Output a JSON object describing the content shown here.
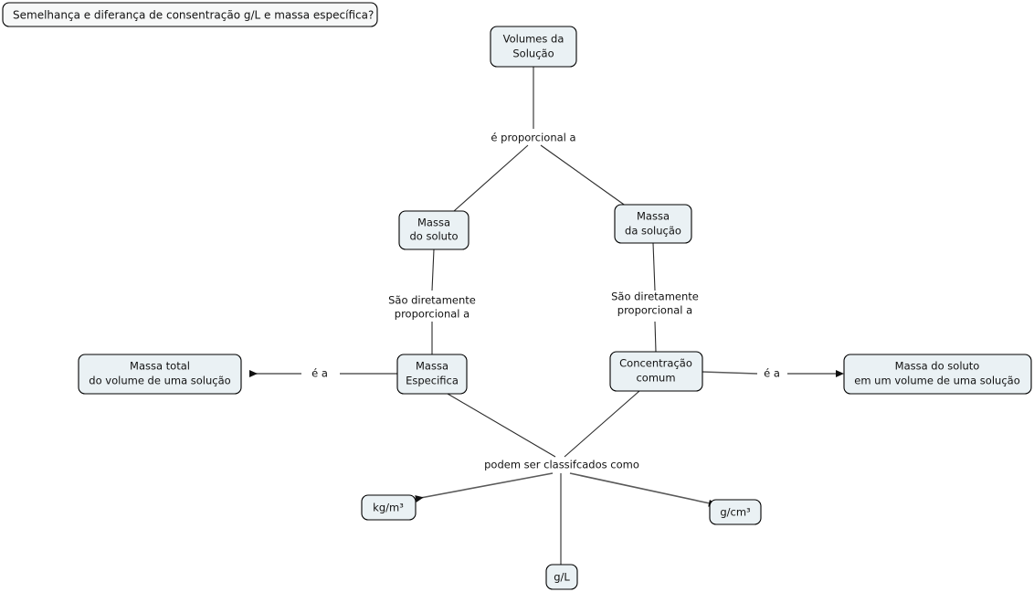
{
  "title_box": {
    "text": "Semelhança e diferança de consentração g/L e massa específica?"
  },
  "colors": {
    "node_fill": "#eaf1f4",
    "node_stroke": "#000000",
    "title_fill": "#f7f8f8",
    "line": "#2b2b2b",
    "text": "#111111",
    "background": "#ffffff"
  },
  "nodes": {
    "volumes_solucao": {
      "line1": "Volumes da",
      "line2": "Solução"
    },
    "massa_soluto": {
      "line1": "Massa",
      "line2": "do soluto"
    },
    "massa_solucao": {
      "line1": "Massa",
      "line2": "da solução"
    },
    "massa_especifica": {
      "line1": "Massa",
      "line2": "Especifica"
    },
    "concentracao_comum": {
      "line1": "Concentração",
      "line2": "comum"
    },
    "massa_total": {
      "line1": "Massa total",
      "line2": "do volume de uma solução"
    },
    "massa_soluto_volume": {
      "line1": "Massa do soluto",
      "line2": "em um volume de uma solução"
    },
    "kg_m3": {
      "line1": "kg/m³"
    },
    "g_cm3": {
      "line1": "g/cm³"
    },
    "g_l": {
      "line1": "g/L"
    }
  },
  "link_labels": {
    "proporcional": "é proporcional a",
    "diretamente_left_1": "São diretamente",
    "diretamente_left_2": "proporcional a",
    "diretamente_right_1": "São diretamente",
    "diretamente_right_2": "proporcional a",
    "ea_left": "é a",
    "ea_right": "é a",
    "classificados": "podem ser classifcados como"
  }
}
